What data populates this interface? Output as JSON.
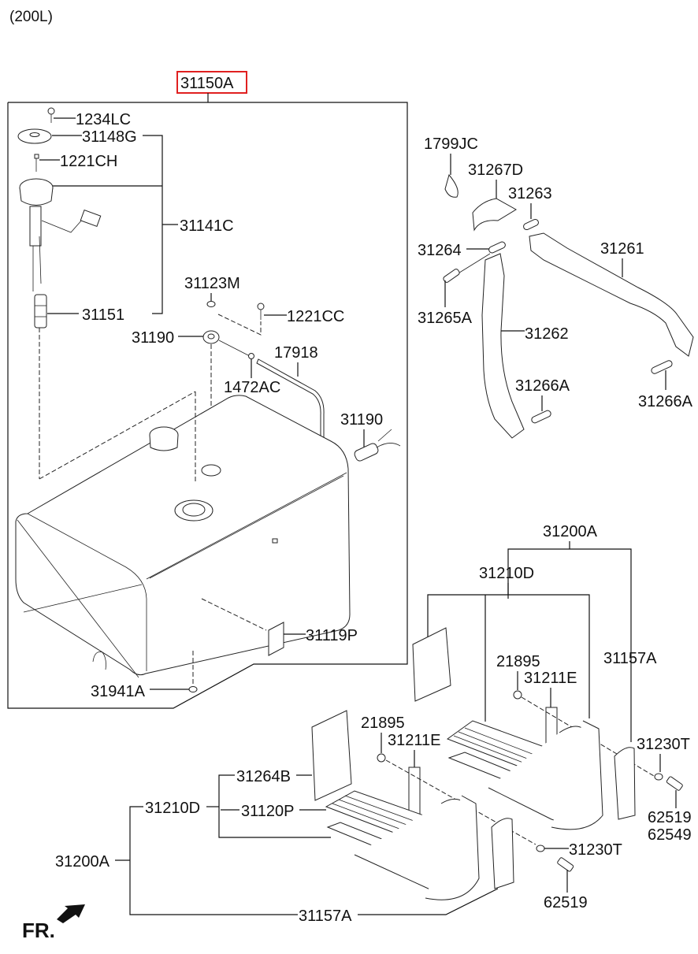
{
  "diagram": {
    "variant": "(200L)",
    "highlighted_part": "31150A",
    "highlight_color": "#e02020",
    "direction_label": "FR.",
    "direction_icon": "front-arrow-icon",
    "labels": {
      "p31150A": "31150A",
      "p1234LC": "1234LC",
      "p31148G": "31148G",
      "p1221CH": "1221CH",
      "p31141C": "31141C",
      "p31151": "31151",
      "p31123M": "31123M",
      "p1221CC": "1221CC",
      "p31190a": "31190",
      "p17918": "17918",
      "p1472AC": "1472AC",
      "p31190b": "31190",
      "p31119P": "31119P",
      "p31941A": "31941A",
      "p1799JC": "1799JC",
      "p31267D": "31267D",
      "p31263": "31263",
      "p31264": "31264",
      "p31261": "31261",
      "p31265A": "31265A",
      "p31262": "31262",
      "p31266Aa": "31266A",
      "p31266Ab": "31266A",
      "p31200Aa": "31200A",
      "p31210Da": "31210D",
      "p21895a": "21895",
      "p31211Ea": "31211E",
      "p31157Aa": "31157A",
      "p21895b": "21895",
      "p31211Eb": "31211E",
      "p31230Ta": "31230T",
      "p62519a": "62519",
      "p62549": "62549",
      "p31264B": "31264B",
      "p31210Db": "31210D",
      "p31120P": "31120P",
      "p31200Ab": "31200A",
      "p31230Tb": "31230T",
      "p62519b": "62519",
      "p31157Ab": "31157A"
    }
  }
}
